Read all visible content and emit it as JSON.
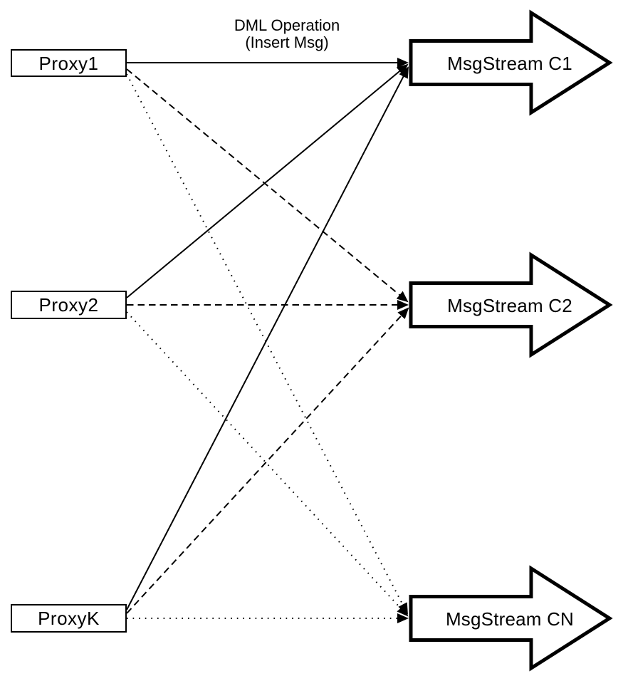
{
  "diagram": {
    "background_color": "#ffffff",
    "stroke_color": "#000000",
    "annotation": {
      "line1": "DML Operation",
      "line2": "(Insert Msg)"
    },
    "proxies": [
      {
        "id": "proxy1",
        "label": "Proxy1"
      },
      {
        "id": "proxy2",
        "label": "Proxy2"
      },
      {
        "id": "proxyk",
        "label": "ProxyK"
      }
    ],
    "streams": [
      {
        "id": "c1",
        "label": "MsgStream C1"
      },
      {
        "id": "c2",
        "label": "MsgStream C2"
      },
      {
        "id": "cn",
        "label": "MsgStream CN"
      }
    ],
    "connections": [
      {
        "from": "proxy1",
        "to": "c1",
        "style": "solid"
      },
      {
        "from": "proxy2",
        "to": "c1",
        "style": "solid"
      },
      {
        "from": "proxyk",
        "to": "c1",
        "style": "solid"
      },
      {
        "from": "proxy1",
        "to": "c2",
        "style": "dashed"
      },
      {
        "from": "proxy2",
        "to": "c2",
        "style": "dashed"
      },
      {
        "from": "proxyk",
        "to": "c2",
        "style": "dashed"
      },
      {
        "from": "proxy1",
        "to": "cn",
        "style": "dotted"
      },
      {
        "from": "proxy2",
        "to": "cn",
        "style": "dotted"
      },
      {
        "from": "proxyk",
        "to": "cn",
        "style": "dotted"
      }
    ]
  }
}
